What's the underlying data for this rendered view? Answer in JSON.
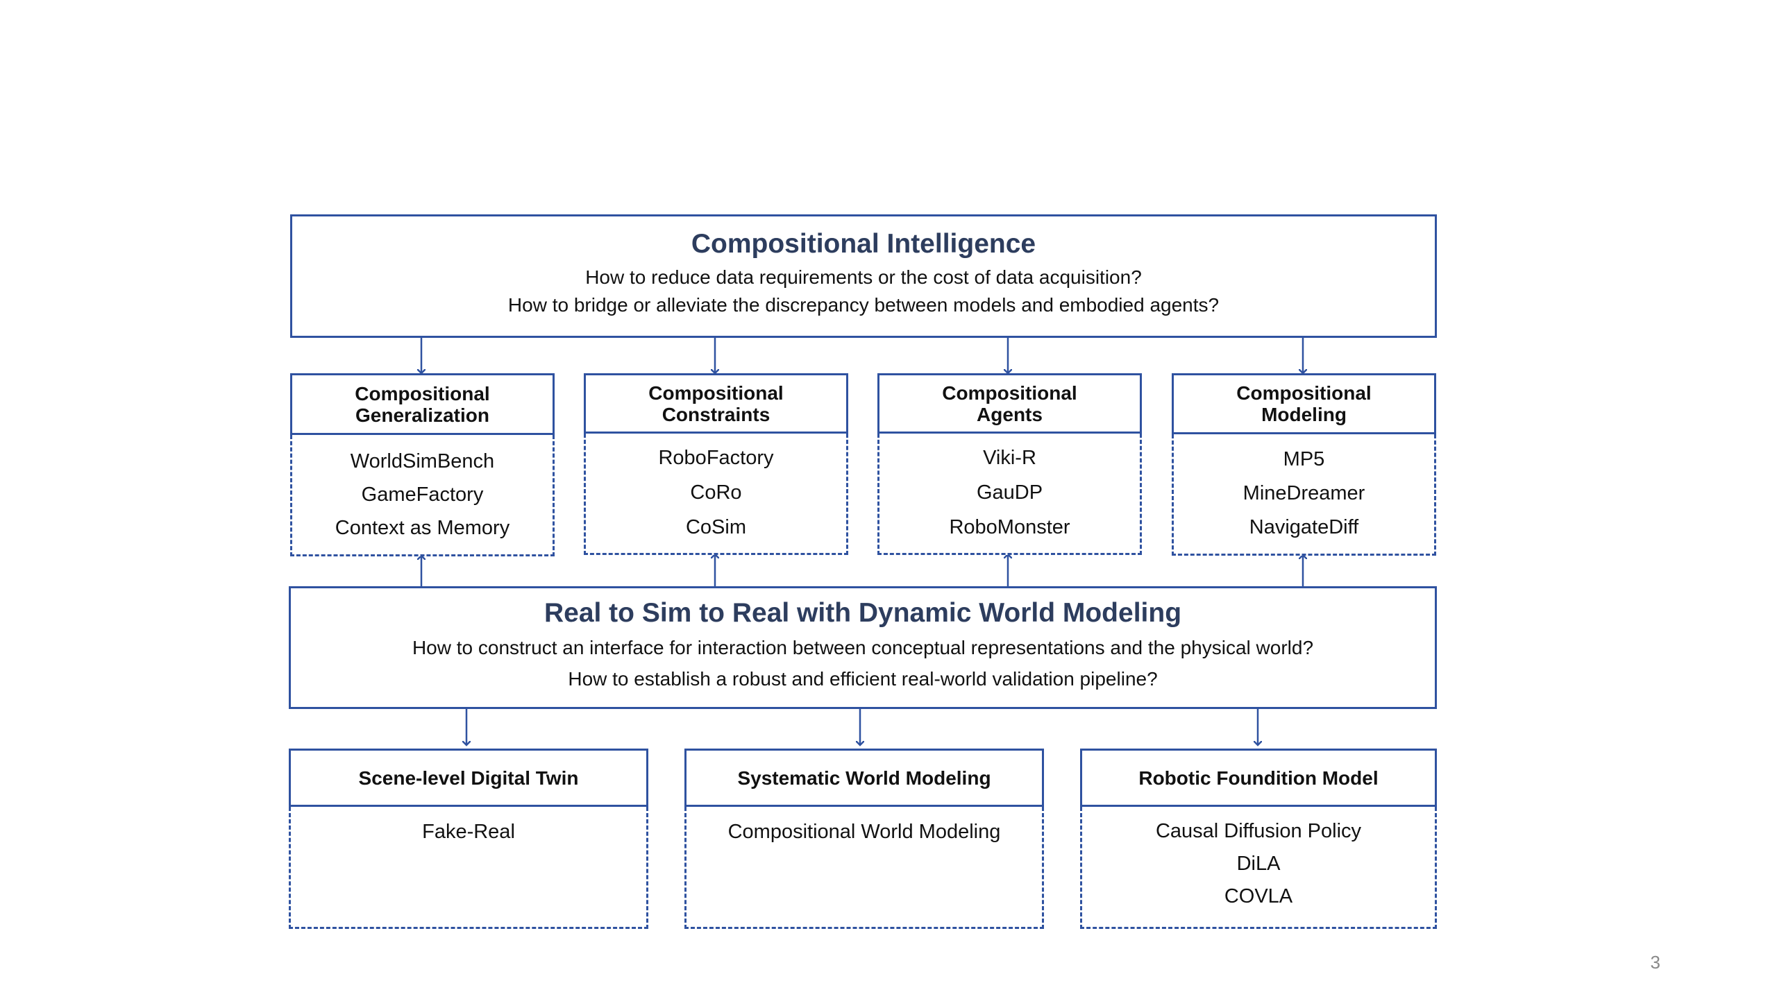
{
  "top": {
    "title": "Compositional Intelligence",
    "questions": [
      "How to reduce data requirements or the cost of data acquisition?",
      "How to bridge or alleviate the discrepancy between models and embodied agents?"
    ]
  },
  "row1": [
    {
      "title": [
        "Compositional",
        "Generalization"
      ],
      "items": [
        "WorldSimBench",
        "GameFactory",
        "Context as Memory"
      ]
    },
    {
      "title": [
        "Compositional",
        "Constraints"
      ],
      "items": [
        "RoboFactory",
        "CoRo",
        "CoSim"
      ]
    },
    {
      "title": [
        "Compositional",
        "Agents"
      ],
      "items": [
        "Viki-R",
        "GauDP",
        "RoboMonster"
      ]
    },
    {
      "title": [
        "Compositional",
        "Modeling"
      ],
      "items": [
        "MP5",
        "MineDreamer",
        "NavigateDiff"
      ]
    }
  ],
  "middle": {
    "title": "Real to Sim to Real with Dynamic World Modeling",
    "questions": [
      "How to construct an interface for interaction between conceptual representations and the physical world?",
      "How to establish a robust and efficient real-world validation pipeline?"
    ]
  },
  "row2": [
    {
      "title": "Scene-level Digital Twin",
      "items": [
        "Fake-Real"
      ]
    },
    {
      "title": "Systematic World Modeling",
      "items": [
        "Compositional World Modeling"
      ]
    },
    {
      "title": "Robotic Foundition Model",
      "items": [
        "Causal Diffusion Policy",
        "DiLA",
        "COVLA"
      ]
    }
  ],
  "page_number": "3",
  "colors": {
    "border": "#2f52a0",
    "title": "#2d3d5e",
    "page_number": "#8a8a8a"
  }
}
